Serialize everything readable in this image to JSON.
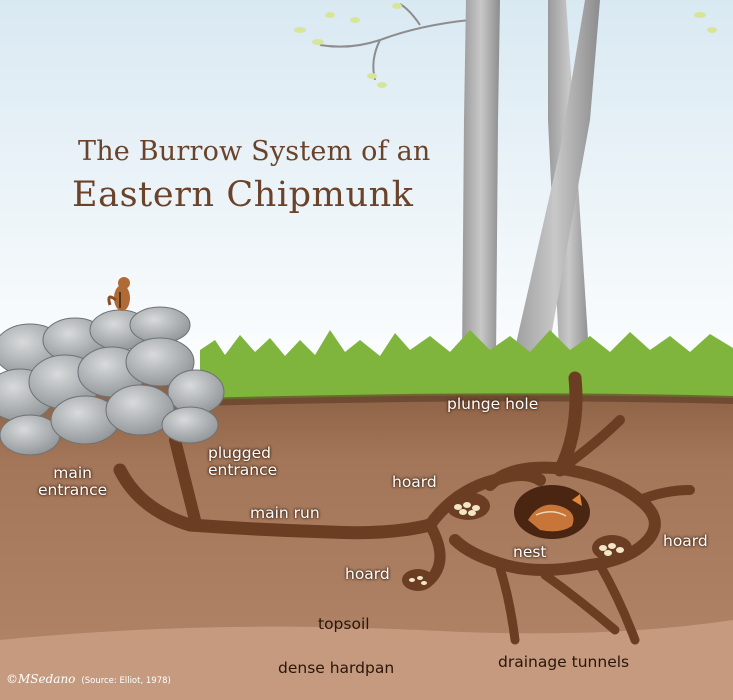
{
  "title": {
    "line1": "The Burrow System of an",
    "line2": "Eastern Chipmunk"
  },
  "labels": {
    "main_entrance_1": "main",
    "main_entrance_2": "entrance",
    "plugged_entrance_1": "plugged",
    "plugged_entrance_2": "entrance",
    "plunge_hole": "plunge hole",
    "hoard_upper": "hoard",
    "main_run": "main run",
    "nest": "nest",
    "hoard_right": "hoard",
    "hoard_lower": "hoard",
    "topsoil": "topsoil",
    "dense_hardpan": "dense hardpan",
    "drainage_tunnels": "drainage tunnels"
  },
  "credit": {
    "artist": "©MSedano",
    "source": "(Source: Elliot, 1978)"
  },
  "colors": {
    "sky": "#e6f0f6",
    "topsoil": "#a3785a",
    "hardpan": "#c49578",
    "tunnel": "#6b3d22",
    "grass": "#7fb53c",
    "title_text": "#6a432a"
  }
}
